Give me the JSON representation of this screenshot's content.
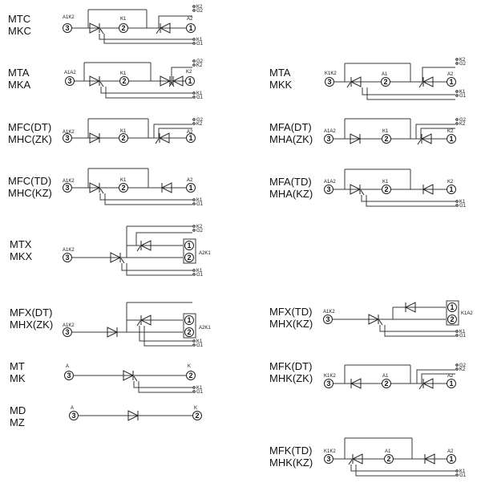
{
  "modules": [
    {
      "id": "mtc",
      "name1": "MTC",
      "name2": "MKC",
      "terms": {
        "t3": "3",
        "t2": "2",
        "t1": "1"
      },
      "labels": {
        "left": "A1K2",
        "mid": "K1",
        "right": "A2",
        "k2": "K2",
        "g2": "G2",
        "k1": "K1",
        "g1": "G1"
      }
    },
    {
      "id": "mta",
      "name1": "MTA",
      "name2": "MKA",
      "terms": {
        "t3": "3",
        "t2": "2",
        "t1": "1"
      },
      "labels": {
        "left": "A1A2",
        "mid": "K1",
        "right": "K2",
        "g2": "G2",
        "k2": "K2",
        "k1": "K1",
        "g1": "G1"
      }
    },
    {
      "id": "mfcdt",
      "name1": "MFC(DT)",
      "name2": "MHC(ZK)",
      "terms": {
        "t3": "3",
        "t2": "2",
        "t1": "1"
      },
      "labels": {
        "left": "A1K2",
        "mid": "K1",
        "right": "A2",
        "g2": "G2",
        "k2": "K2"
      }
    },
    {
      "id": "mfctd",
      "name1": "MFC(TD)",
      "name2": "MHC(KZ)",
      "terms": {
        "t3": "3",
        "t2": "2",
        "t1": "1"
      },
      "labels": {
        "left": "A1K2",
        "mid": "K1",
        "right": "A2",
        "k1": "K1",
        "g1": "G1"
      }
    },
    {
      "id": "mtx",
      "name1": "MTX",
      "name2": "MKX",
      "terms": {
        "t3": "3",
        "t1": "1",
        "t2": "2"
      },
      "labels": {
        "left": "A1K2",
        "right": "A2K1",
        "k2": "K2",
        "g2": "G2",
        "k1": "K1",
        "g1": "G1"
      }
    },
    {
      "id": "mfxdt",
      "name1": "MFX(DT)",
      "name2": "MHX(ZK)",
      "terms": {
        "t3": "3",
        "t1": "1",
        "t2": "2"
      },
      "labels": {
        "left": "A1K2",
        "right": "A2K1",
        "k1": "K1",
        "g1": "G1"
      }
    },
    {
      "id": "mt",
      "name1": "MT",
      "name2": "MK",
      "terms": {
        "t3": "3",
        "t2": "2"
      },
      "labels": {
        "left": "A",
        "right": "K",
        "k1": "K1",
        "g1": "G1"
      }
    },
    {
      "id": "md",
      "name1": "MD",
      "name2": "MZ",
      "terms": {
        "t3": "3",
        "t2": "2"
      },
      "labels": {
        "left": "A",
        "right": "K"
      }
    },
    {
      "id": "mtk",
      "name1": "MTA",
      "name2": "MKK",
      "terms": {
        "t3": "3",
        "t2": "2",
        "t1": "1"
      },
      "labels": {
        "left": "K1K2",
        "mid": "A1",
        "right": "A2",
        "k2": "K2",
        "g2": "G2",
        "k1": "K1",
        "g1": "G1"
      }
    },
    {
      "id": "mfadt",
      "name1": "MFA(DT)",
      "name2": "MHA(ZK)",
      "terms": {
        "t3": "3",
        "t2": "2",
        "t1": "1"
      },
      "labels": {
        "left": "A1A2",
        "mid": "K1",
        "right": "K2",
        "g2": "G2",
        "k2": "K2"
      }
    },
    {
      "id": "mfatd",
      "name1": "MFA(TD)",
      "name2": "MHA(KZ)",
      "terms": {
        "t3": "3",
        "t2": "2",
        "t1": "1"
      },
      "labels": {
        "left": "A1A2",
        "mid": "K1",
        "right": "K2",
        "k1": "K1",
        "g1": "G1"
      }
    },
    {
      "id": "mfxtd",
      "name1": "MFX(TD)",
      "name2": "MHX(KZ)",
      "terms": {
        "t3": "3",
        "t1": "1",
        "t2": "2"
      },
      "labels": {
        "left": "A1K2",
        "right": "K1A2",
        "k1": "K1",
        "g1": "G1"
      }
    },
    {
      "id": "mfkdt",
      "name1": "MFK(DT)",
      "name2": "MHK(ZK)",
      "terms": {
        "t3": "3",
        "t2": "2",
        "t1": "1"
      },
      "labels": {
        "left": "K1K2",
        "mid": "A1",
        "right": "A2",
        "g2": "G2",
        "k2": "K2"
      }
    },
    {
      "id": "mfktd",
      "name1": "MFK(TD)",
      "name2": "MHK(KZ)",
      "terms": {
        "t3": "3",
        "t2": "2",
        "t1": "1"
      },
      "labels": {
        "left": "K1K2",
        "mid": "A1",
        "right": "A2",
        "k1": "K1",
        "g1": "G1"
      }
    }
  ]
}
